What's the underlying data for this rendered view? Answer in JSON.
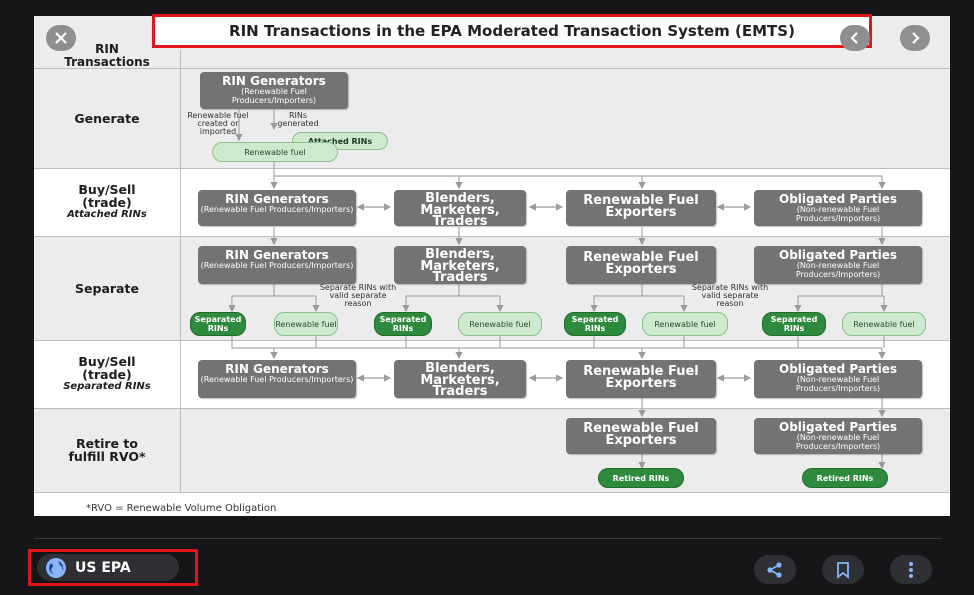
{
  "header": {
    "title": "RIN Transactions in the EPA Moderated Transaction System (EMTS)",
    "close_icon": "close-icon",
    "prev_icon": "chevron-left-icon",
    "next_icon": "chevron-right-icon"
  },
  "diagram": {
    "corner_label": [
      "RIN",
      "Transactions"
    ],
    "rows": [
      {
        "label": [
          "Generate"
        ],
        "sub": ""
      },
      {
        "label": [
          "Buy/Sell",
          "(trade)"
        ],
        "sub": "Attached RINs"
      },
      {
        "label": [
          "Separate"
        ],
        "sub": ""
      },
      {
        "label": [
          "Buy/Sell",
          "(trade)"
        ],
        "sub": "Separated RINs"
      },
      {
        "label": [
          "Retire to",
          "fulfill RVO*"
        ],
        "sub": ""
      }
    ],
    "entities": {
      "generators": {
        "title": "RIN Generators",
        "sub": "(Renewable Fuel Producers/Importers)"
      },
      "blenders": {
        "title": "Blenders, Marketers, Traders"
      },
      "exporters": {
        "title": "Renewable Fuel Exporters"
      },
      "obligated": {
        "title": "Obligated Parties",
        "sub": "(Non-renewable Fuel Producers/Importers)"
      }
    },
    "notes": {
      "fuel_created": "Renewable fuel created or imported",
      "rins_generated": "RINs generated",
      "separate_reason": "Separate RINs with valid separate reason"
    },
    "pills": {
      "attached_rins": "Attached RINs",
      "renewable_fuel_inline": "Renewable fuel",
      "separated_rins": "Separated RINs",
      "renewable_fuel": "Renewable fuel",
      "retired_rins": "Retired RINs"
    },
    "footnote": "*RVO = Renewable Volume Obligation"
  },
  "footer": {
    "source_label": "US EPA",
    "source_icon": "globe-icon",
    "share_icon": "share-icon",
    "save_icon": "bookmark-icon",
    "more_icon": "more-vert-icon"
  },
  "colors": {
    "highlight": "#e0151c",
    "entity_box": "#737373",
    "pill_light": "#cfe9cf",
    "pill_dark": "#2e8b3e",
    "background": "#161618"
  }
}
